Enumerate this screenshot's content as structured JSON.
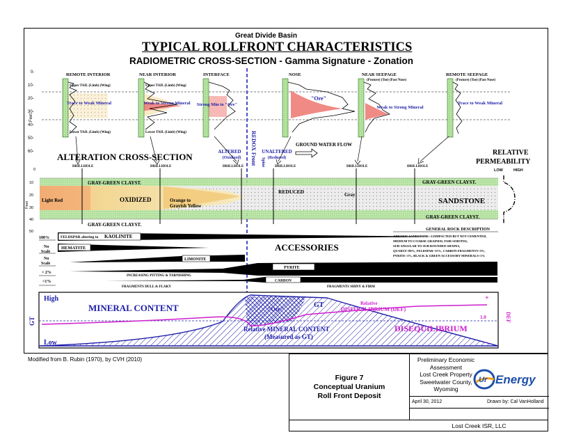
{
  "header": {
    "basin": "Great Divide Basin",
    "title": "TYPICAL ROLLFRONT CHARACTERISTICS",
    "subtitle": "RADIOMETRIC CROSS-SECTION -  Gamma Signature  - Zonation"
  },
  "gamma": {
    "zones": [
      "REMOTE INTERIOR",
      "NEAR INTERIOR",
      "INTERFACE",
      "NOSE",
      "NEAR SEEPAGE",
      "REMOTE  SEEPAGE"
    ],
    "depth_ticks": [
      "0-",
      "10-",
      "20-",
      "30-",
      "40-",
      "50-",
      "60-"
    ],
    "depth_label": "Feet",
    "upper_tail_1": "Upper TAIL (Limb) (Wing)",
    "upper_tail_2": "Upper TAIL (Limb) (Wing)",
    "lower_tail_1": "Lower TAIL (Limb) (Wing)",
    "lower_tail_2": "Lower TAIL (Limb) (Wing)",
    "seepage_note_1": "(Protore)  (Toe)  (Past Nose)",
    "seepage_note_2": "(Protore)  (Toe)  (Past Nose)",
    "trace_weak_1": "Trace to Weak Mineral",
    "weak_strong_1": "Weak to Strong Mineral",
    "strong_ore": "Strong Min to \"Ore\"",
    "ore": "\"Ore\"",
    "weak_strong_2": "Weak to Strong Mineral",
    "trace_weak_2": "Trace to Weak Mineral"
  },
  "alteration": {
    "title": "ALTERATION CROSS-SECTION",
    "altered": "ALTERED",
    "oxidized_paren": "(Oxidized)",
    "unaltered": "UNALTERED",
    "reduced_paren": "(Reduced)",
    "redox": "REDOX Front",
    "spine": "Spine",
    "groundwater": "GROUND WATER FLOW",
    "drillhole": "DRILLHOLE",
    "relative": "RELATIVE",
    "permeability": "PERMEABILITY",
    "low": "LOW",
    "high": "HIGH",
    "depth_ticks": [
      "0",
      "10",
      "20",
      "30",
      "40",
      "50"
    ],
    "depth_label": "Feet",
    "claystone_top_left": "GRAY-GREEN CLAYST.",
    "claystone_top_right": "GRAY-GREEN CLAYST.",
    "claystone_bottom_left": "GRAY-GREEN CLAYST.",
    "claystone_bottom_right": "GRAY-GREEN CLAYST.",
    "light_red": "Light Red",
    "oxidized": "OXIDIZED",
    "orange_1": "Orange to",
    "orange_2": "Grayish Yellow",
    "reduced": "REDUCED",
    "gray": "Gray",
    "sandstone": "SANDSTONE"
  },
  "rock": {
    "title": "GENERAL ROCK DESCRIPTION",
    "lines": [
      "ARKOSIC SANDSTONE - COMPACTED BUT NOT CEMENTED,",
      "MEDIUM TO COARSE GRAINED, FAIR SORTING,",
      "SUB-ANGULAR TO SUB-ROUNDED SHAPES,",
      "QUARTZ=80%, FELDSPAR=15%, CARBON FRAGMENTS=5%,",
      "PYRITE<1%, BLACK & GREEN ACCESSORY MINERALS<1%"
    ]
  },
  "accessories": {
    "title": "ACCESSORIES",
    "scale_100": "100%",
    "no_scale_1a": "No",
    "no_scale_1b": "Scale",
    "no_scale_2a": "No",
    "no_scale_2b": "Scale",
    "lt2": "< 2%",
    "lt1": "<1%",
    "feldspar": "FELDSPAR altering to",
    "kaolinite": "KAOLINITE",
    "hematite": "HEMATITE",
    "limonite": "LIMONITE",
    "pyrite": "PYRITE",
    "carbon": "CARBON",
    "pitting": "INCREASING PITTING & TARNISHING",
    "fragments_dull": "FRAGMENTS DULL & FLAKY",
    "fragments_shiny": "FRAGMENTS SHINY & FIRM"
  },
  "mineral": {
    "high": "High",
    "low": "Low",
    "gt_axis": "GT",
    "mineral_content": "MINERAL CONTENT",
    "ore": "\"Ore\"",
    "gt_curve": "GT",
    "rel_diseq_1": "Relative",
    "rel_diseq_2": "DISEQUILIBRIUM (DEF)",
    "rel_mineral": "Relative  MINERAL CONTENT",
    "measured": "(Measured as GT)",
    "disequilibrium": "DISEQUILIBRIUM",
    "one_point_zero": "1.0",
    "plus": "+",
    "minus": "-",
    "def_axis": "DEF",
    "colors": {
      "blue": "#1c1ca8",
      "magenta": "#cc1ecc"
    }
  },
  "credit": "Modified from B. Rubin (1970), by CVH (2010)",
  "title_block": {
    "figure": "Figure 7",
    "fig_line2": "Conceptual Uranium",
    "fig_line3": "Roll Front Deposit",
    "assess_lines": [
      "Preliminary Economic",
      "Assessment",
      "Lost Creek Property",
      "Sweetwater County,",
      "Wyoming"
    ],
    "logo_text": "Energy",
    "logo_mark": "Ur",
    "date": "April 30, 2012",
    "drawn_by": "Drawn by:  Cal VanHolland",
    "company": "Lost Creek ISR, LLC"
  }
}
